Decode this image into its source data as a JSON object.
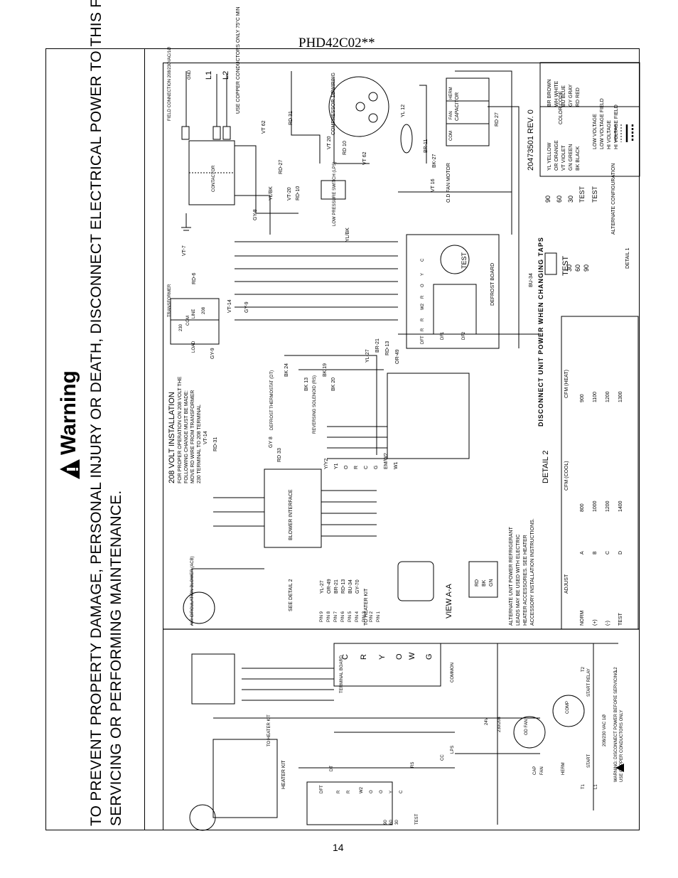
{
  "header": {
    "model": "PHD42C02**"
  },
  "warning": {
    "title": "Warning",
    "line1": "TO PREVENT PROPERTY DAMAGE, PERSONAL INJURY OR DEATH, DISCONNECT ELECTRICAL POWER TO THIS FURNACE BEFORE",
    "line2": "SERVICING OR PERFORMING MAINTENANCE."
  },
  "footer": {
    "page": "14"
  },
  "diagram": {
    "part_number": "20473501 REV. 0",
    "color_code": {
      "title": "COLOR CODE",
      "col1": [
        "YL YELLOW",
        "OR ORANGE",
        "VT VIOLET",
        "GN GREEN",
        "BK BLACK"
      ],
      "col2": [
        "BR BROWN",
        "WH WHITE",
        "BU BLUE",
        "GY GRAY",
        "RD RED"
      ]
    },
    "line_legend": [
      "LOW VOLTAGE",
      "LOW VOLTAGE FIELD",
      "HI VOLTAGE",
      "HI VOLTAGE FIELD"
    ],
    "field_connection": "FIELD CONNECTION 208/230VAC/1Ø",
    "gnd": "GND",
    "l1": "L1",
    "l2": "L2",
    "copper_note": "USE COPPER CONDUCTORS ONLY 75°C MIN",
    "compressor": "COMPRESSOR 1ØWIRING",
    "capacitor": "CAPACITOR",
    "cap_terms": [
      "COM",
      "FAN",
      "HERM"
    ],
    "od_fan_motor": "O.D FAN MOTOR",
    "low_pressure": "LOW PRESSURE SWITCH (LPS)",
    "contactor": "CONTACTOR",
    "transformer": "TRANSFORMER",
    "trans_terms": [
      "COM",
      "LINE",
      "208",
      "230"
    ],
    "trans_load": "LOAD",
    "defrost_board": "DEFROST BOARD",
    "defrost_terms": [
      "C",
      "Y",
      "O",
      "R",
      "W2",
      "R",
      "R",
      "DFT"
    ],
    "df_terms": [
      "DF1",
      "DF2"
    ],
    "test": "TEST",
    "test_settings": [
      "30",
      "60",
      "90"
    ],
    "defrost_thermostat": "DEFROST THERMOSTAT (DT)",
    "reversing_solenoid": "REVERSING SOLENOID (RS)",
    "volt_title": "208 VOLT INSTALLATION",
    "volt_text": [
      "FOR PROPER OPERATION ON 208 VOLT THE",
      "FOLLOWING CHANGE MUST BE MADE:",
      "MOVE RD WIRE FROM TRANSFORMER",
      "230 TERMINAL TO 208 TERMINAL"
    ],
    "blower_interface": "BLOWER INTERFACE",
    "air_circ_blower": "AIR CIRCULATION BLOWER (ACB)",
    "see_detail": "SEE DETAIL 2",
    "to_heater_kit": "TO HEATER KIT",
    "view_aa": "VIEW A-A",
    "pins": [
      "PIN 9",
      "PIN 8",
      "PIN 7",
      "PIN 6",
      "PIN 5",
      "PIN 4",
      "PIN 3",
      "PIN 2",
      "PIN 1"
    ],
    "pin_wires": [
      "YL-27",
      "OR-49",
      "BR-21",
      "RD-13",
      "BU-34",
      "GY-70"
    ],
    "connector_labels": [
      "Y/Y2",
      "Y1",
      "O",
      "R",
      "C",
      "G",
      "EM/W2",
      "W1"
    ],
    "wire_labels": [
      "RD 31",
      "VT 62",
      "RD 27",
      "RD-27",
      "YL/BK",
      "VT-20",
      "RD-10",
      "GY-8",
      "VT-7",
      "RD-6",
      "VT-14",
      "GY-9",
      "RD 33",
      "GY 8",
      "BK 24",
      "BK 13",
      "BK 19",
      "BK 20",
      "VT 20",
      "RD 10",
      "VT 62",
      "YL 12",
      "BR-11",
      "BK-27",
      "VT 16",
      "YL/BK",
      "YL-27",
      "BR-21",
      "RD-13",
      "OR-49",
      "BU-34",
      "VT-14",
      "RD-31",
      "GY-9"
    ],
    "wire_legend_stack": [
      "RD",
      "BK",
      "GN"
    ],
    "alt_note": [
      "ALTERNATE UNIT POWER REFRIGERANT",
      "LEADS MAY BE USED WITH ELECTRIC",
      "HEATER ACCESSORIES. SEE HEATER",
      "ACCESSORY INSTALLATION INSTRUCTIONS."
    ],
    "detail2": {
      "title": "DETAIL 2",
      "cols": [
        "ADJUST",
        "CFM (COOL)",
        "CFM (HEAT)"
      ],
      "rows": [
        "NORM",
        "(+)",
        "(-)",
        "TEST"
      ],
      "cool_cfm": [
        "800",
        "1000",
        "1200",
        "1400"
      ],
      "heat_cfm": [
        "900",
        "1100",
        "1200",
        "1300"
      ],
      "letters": [
        "A",
        "B",
        "C",
        "D"
      ],
      "disconnect": "DISCONNECT UNIT POWER WHEN CHANGING TAPS"
    },
    "detail1": {
      "title": "DETAIL 1",
      "alt": "ALTERNATE CONFIGURATION",
      "test": "TEST",
      "values": [
        "90",
        "60",
        "30",
        "TEST"
      ]
    },
    "terminal_board": "TERMINAL BOARD",
    "tb_terms": [
      "C",
      "R",
      "Y",
      "O",
      "W",
      "G"
    ],
    "common": "COMMON",
    "v24": "24V",
    "v230": "230/208",
    "heater_kit": "HEATER KIT",
    "ladder_terms": [
      "DFT",
      "R",
      "R",
      "W2",
      "O",
      "O",
      "Y",
      "C"
    ],
    "ladder_test": "TEST",
    "ladder_vals": [
      "90",
      "60",
      "30"
    ],
    "lps": "LPS",
    "rs": "RS",
    "cc": "CC",
    "dt": "DT",
    "bottom_warning": [
      "WARNING: DISCONNECT POWER BEFORE SERVICING.",
      "USE COPPER CONDUCTORS ONLY"
    ],
    "bottom_voltage": "208/230 VAC 1Ø",
    "start_relay": "START RELAY",
    "comp": "COMP",
    "od_fan": "OD FAN",
    "cap": "CAP",
    "fan": "FAN",
    "herm": "HERM",
    "start": "START",
    "l1_small": "L1",
    "l2_small": "L2",
    "t1": "T1",
    "t2": "T2"
  }
}
